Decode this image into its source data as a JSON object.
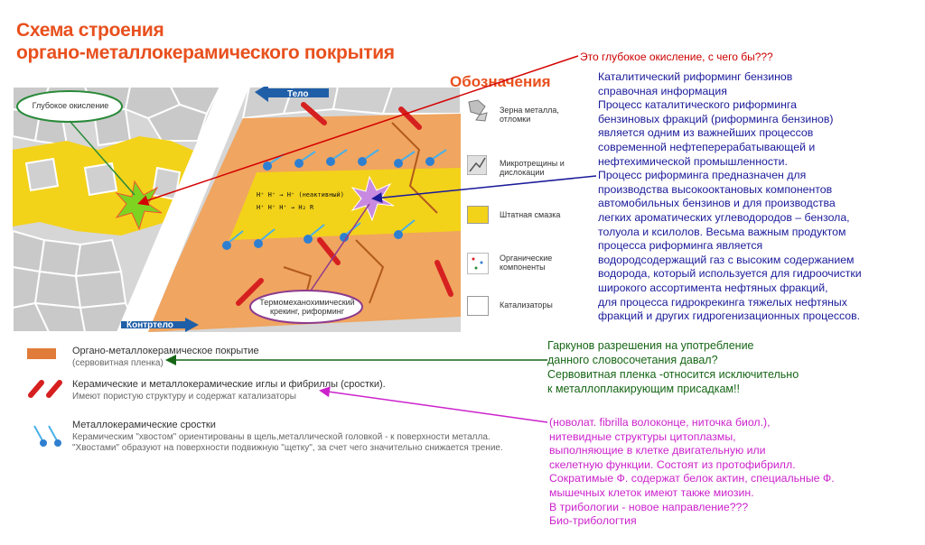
{
  "title": {
    "line1": "Схема строения",
    "line2": "органо-металлокерамического покрытия"
  },
  "legend": {
    "heading": "Обозначения",
    "items": [
      {
        "label": "Зерна металла, отломки"
      },
      {
        "label": "Микротрещины и дислокации"
      },
      {
        "label": "Штатная смазка"
      },
      {
        "label": "Органические компоненты"
      },
      {
        "label": "Катализаторы"
      }
    ]
  },
  "diagram": {
    "callout_top": "Глубокое окисление",
    "callout_bottom": "Термомеханохимический крекинг, риформинг",
    "arrow_top": "Тело",
    "arrow_bottom": "Контртело",
    "reaction_line1": "H⁺ H⁺ → H⁺ (неактивный)",
    "reaction_line2": "H⁺ H⁺ H⁺ → H₂ R"
  },
  "bottom_legend": [
    {
      "title": "Органо-металлокерамическое покрытие",
      "sub": [
        "(сервовитная пленка)"
      ],
      "color": "#e07b39"
    },
    {
      "title": "Керамические и металлокерамические  иглы и фибриллы (сростки).",
      "sub": [
        "Имеют пористую структуру и содержат катализаторы"
      ],
      "color": "#d62020"
    },
    {
      "title": "Металлокерамические сростки",
      "sub": [
        "Керамическим \"хвостом\" ориентированы в щель,металлической головкой  - к поверхности металла.",
        "\"Хвостами\" образуют на поверхности подвижную \"щетку\", за счет чего значительно снижается трение."
      ],
      "color": "#2f7fd1"
    }
  ],
  "notes": {
    "red": "Это глубокое окисление, с чего бы???",
    "blue": [
      "Каталитический риформинг бензинов",
      "справочная информация",
      "Процесс каталитического риформинга",
      "бензиновых фракций (риформинга бензинов)",
      " является одним из важнейших процессов",
      "современной нефтеперерабатывающей и",
      "нефтехимической промышленности.",
      "Процесс риформинга предназначен для",
      "производства высокооктановых компонентов",
      "автомобильных бензинов и для производства",
      "легких ароматических углеводородов – бензола,",
      "толуола и ксилолов. Весьма важным продуктом",
      "процесса риформинга является",
      "водородсодержащий газ с высоким содержанием",
      "водорода, который используется для гидроочистки",
      "широкого ассортимента нефтяных фракций,",
      "для процесса гидрокрекинга тяжелых нефтяных",
      "фракций и других гидрогенизационных процессов."
    ],
    "green": [
      "Гаркунов разрешения на употребление",
      "данного словосочетания давал?",
      "Сервовитная пленка -относится исключительно",
      "к металлоплакирующим присадкам!!"
    ],
    "magenta": [
      "(новолат. fibrilla волоконце, ниточка биол.),",
      "нитевидные структуры цитоплазмы,",
      "выполняющие в клетке двигательную или",
      " скелетную функции. Состоят из протофибрилл.",
      "Сократимые Ф. содержат белок актин, специальные Ф.",
      " мышечных клеток имеют также миозин.",
      "В трибологии - новое направление???",
      "Био-трибологтия"
    ]
  }
}
